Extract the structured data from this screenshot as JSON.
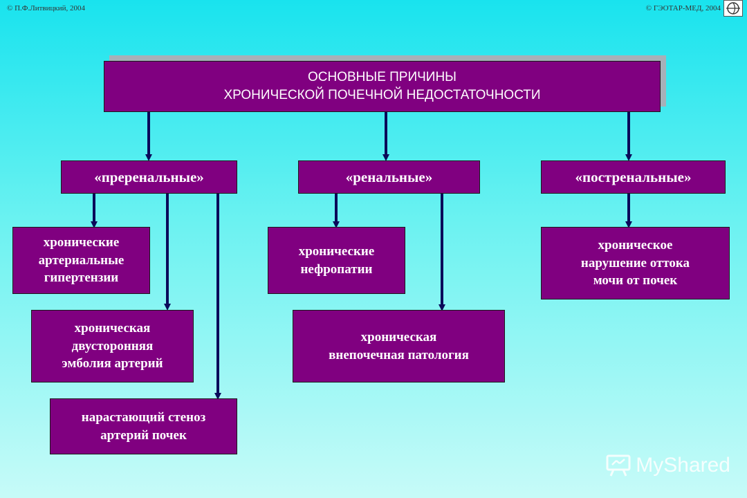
{
  "header": {
    "copyright_left": "© П.Ф.Литвицкий,  2004",
    "copyright_right": "© ГЭОТАР-МЕД,  2004"
  },
  "title": {
    "line1": "ОСНОВНЫЕ ПРИЧИНЫ",
    "line2": "ХРОНИЧЕСКОЙ  ПОЧЕЧНОЙ НЕДОСТАТОЧНОСТИ"
  },
  "categories": {
    "prerenal": "«преренальные»",
    "renal": "«ренальные»",
    "postrenal": "«постренальные»"
  },
  "causes": {
    "hypertension": "хронические\nартериальные\nгипертензии",
    "embolism": "хроническая\nдвусторонняя\nэмболия артерий",
    "stenosis": "нарастающий стеноз\nартерий почек",
    "nephropathy": "хронические\nнефропатии",
    "extrarenal": "хроническая\nвнепочечная патология",
    "outflow": "хроническое\nнарушение оттока\nмочи от почек"
  },
  "watermark": {
    "text": "MyShared"
  },
  "colors": {
    "box_fill": "#800080",
    "arrow": "#0a0a5a",
    "background_top": "#19e3ee",
    "background_bottom": "#c7fbf8"
  }
}
